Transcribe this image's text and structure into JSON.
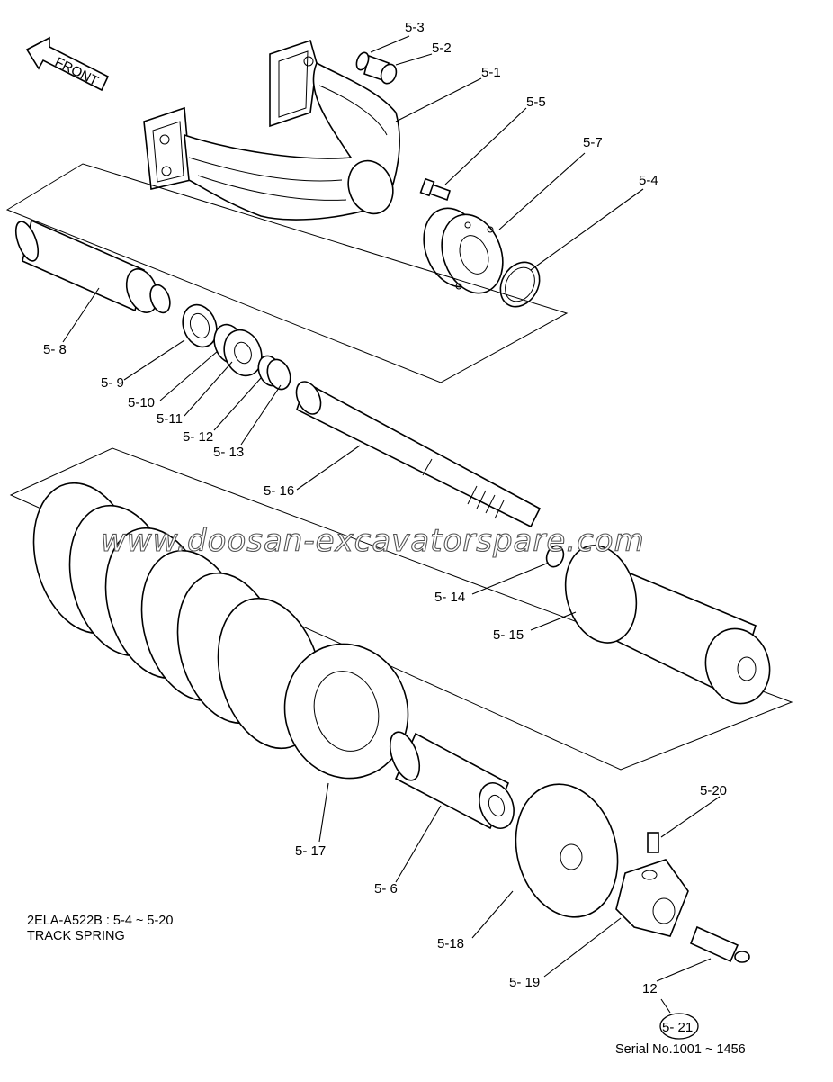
{
  "front_arrow": {
    "label": "FRONT"
  },
  "part_labels": [
    {
      "id": "5-3",
      "text": "5-3"
    },
    {
      "id": "5-2",
      "text": "5-2"
    },
    {
      "id": "5-1",
      "text": "5-1"
    },
    {
      "id": "5-5",
      "text": "5-5"
    },
    {
      "id": "5-7",
      "text": "5-7"
    },
    {
      "id": "5-4",
      "text": "5-4"
    },
    {
      "id": "5-8",
      "text": "5- 8"
    },
    {
      "id": "5-9",
      "text": "5- 9"
    },
    {
      "id": "5-10",
      "text": "5-10"
    },
    {
      "id": "5-11",
      "text": "5-11"
    },
    {
      "id": "5-12",
      "text": "5- 12"
    },
    {
      "id": "5-13",
      "text": "5- 13"
    },
    {
      "id": "5-16",
      "text": "5- 16"
    },
    {
      "id": "5-14",
      "text": "5- 14"
    },
    {
      "id": "5-15",
      "text": "5- 15"
    },
    {
      "id": "5-17",
      "text": "5- 17"
    },
    {
      "id": "5-6",
      "text": "5- 6"
    },
    {
      "id": "5-20",
      "text": "5-20"
    },
    {
      "id": "5-18",
      "text": "5-18"
    },
    {
      "id": "5-19",
      "text": "5- 19"
    },
    {
      "id": "12",
      "text": "12"
    }
  ],
  "assembly_ref": "5- 21",
  "caption": {
    "line1": "2ELA-A522B : 5-4 ~ 5-20",
    "line2": "TRACK SPRING"
  },
  "serial": "Serial No.1001 ~ 1456",
  "watermark": "www.doosan-excavatorspare.com"
}
